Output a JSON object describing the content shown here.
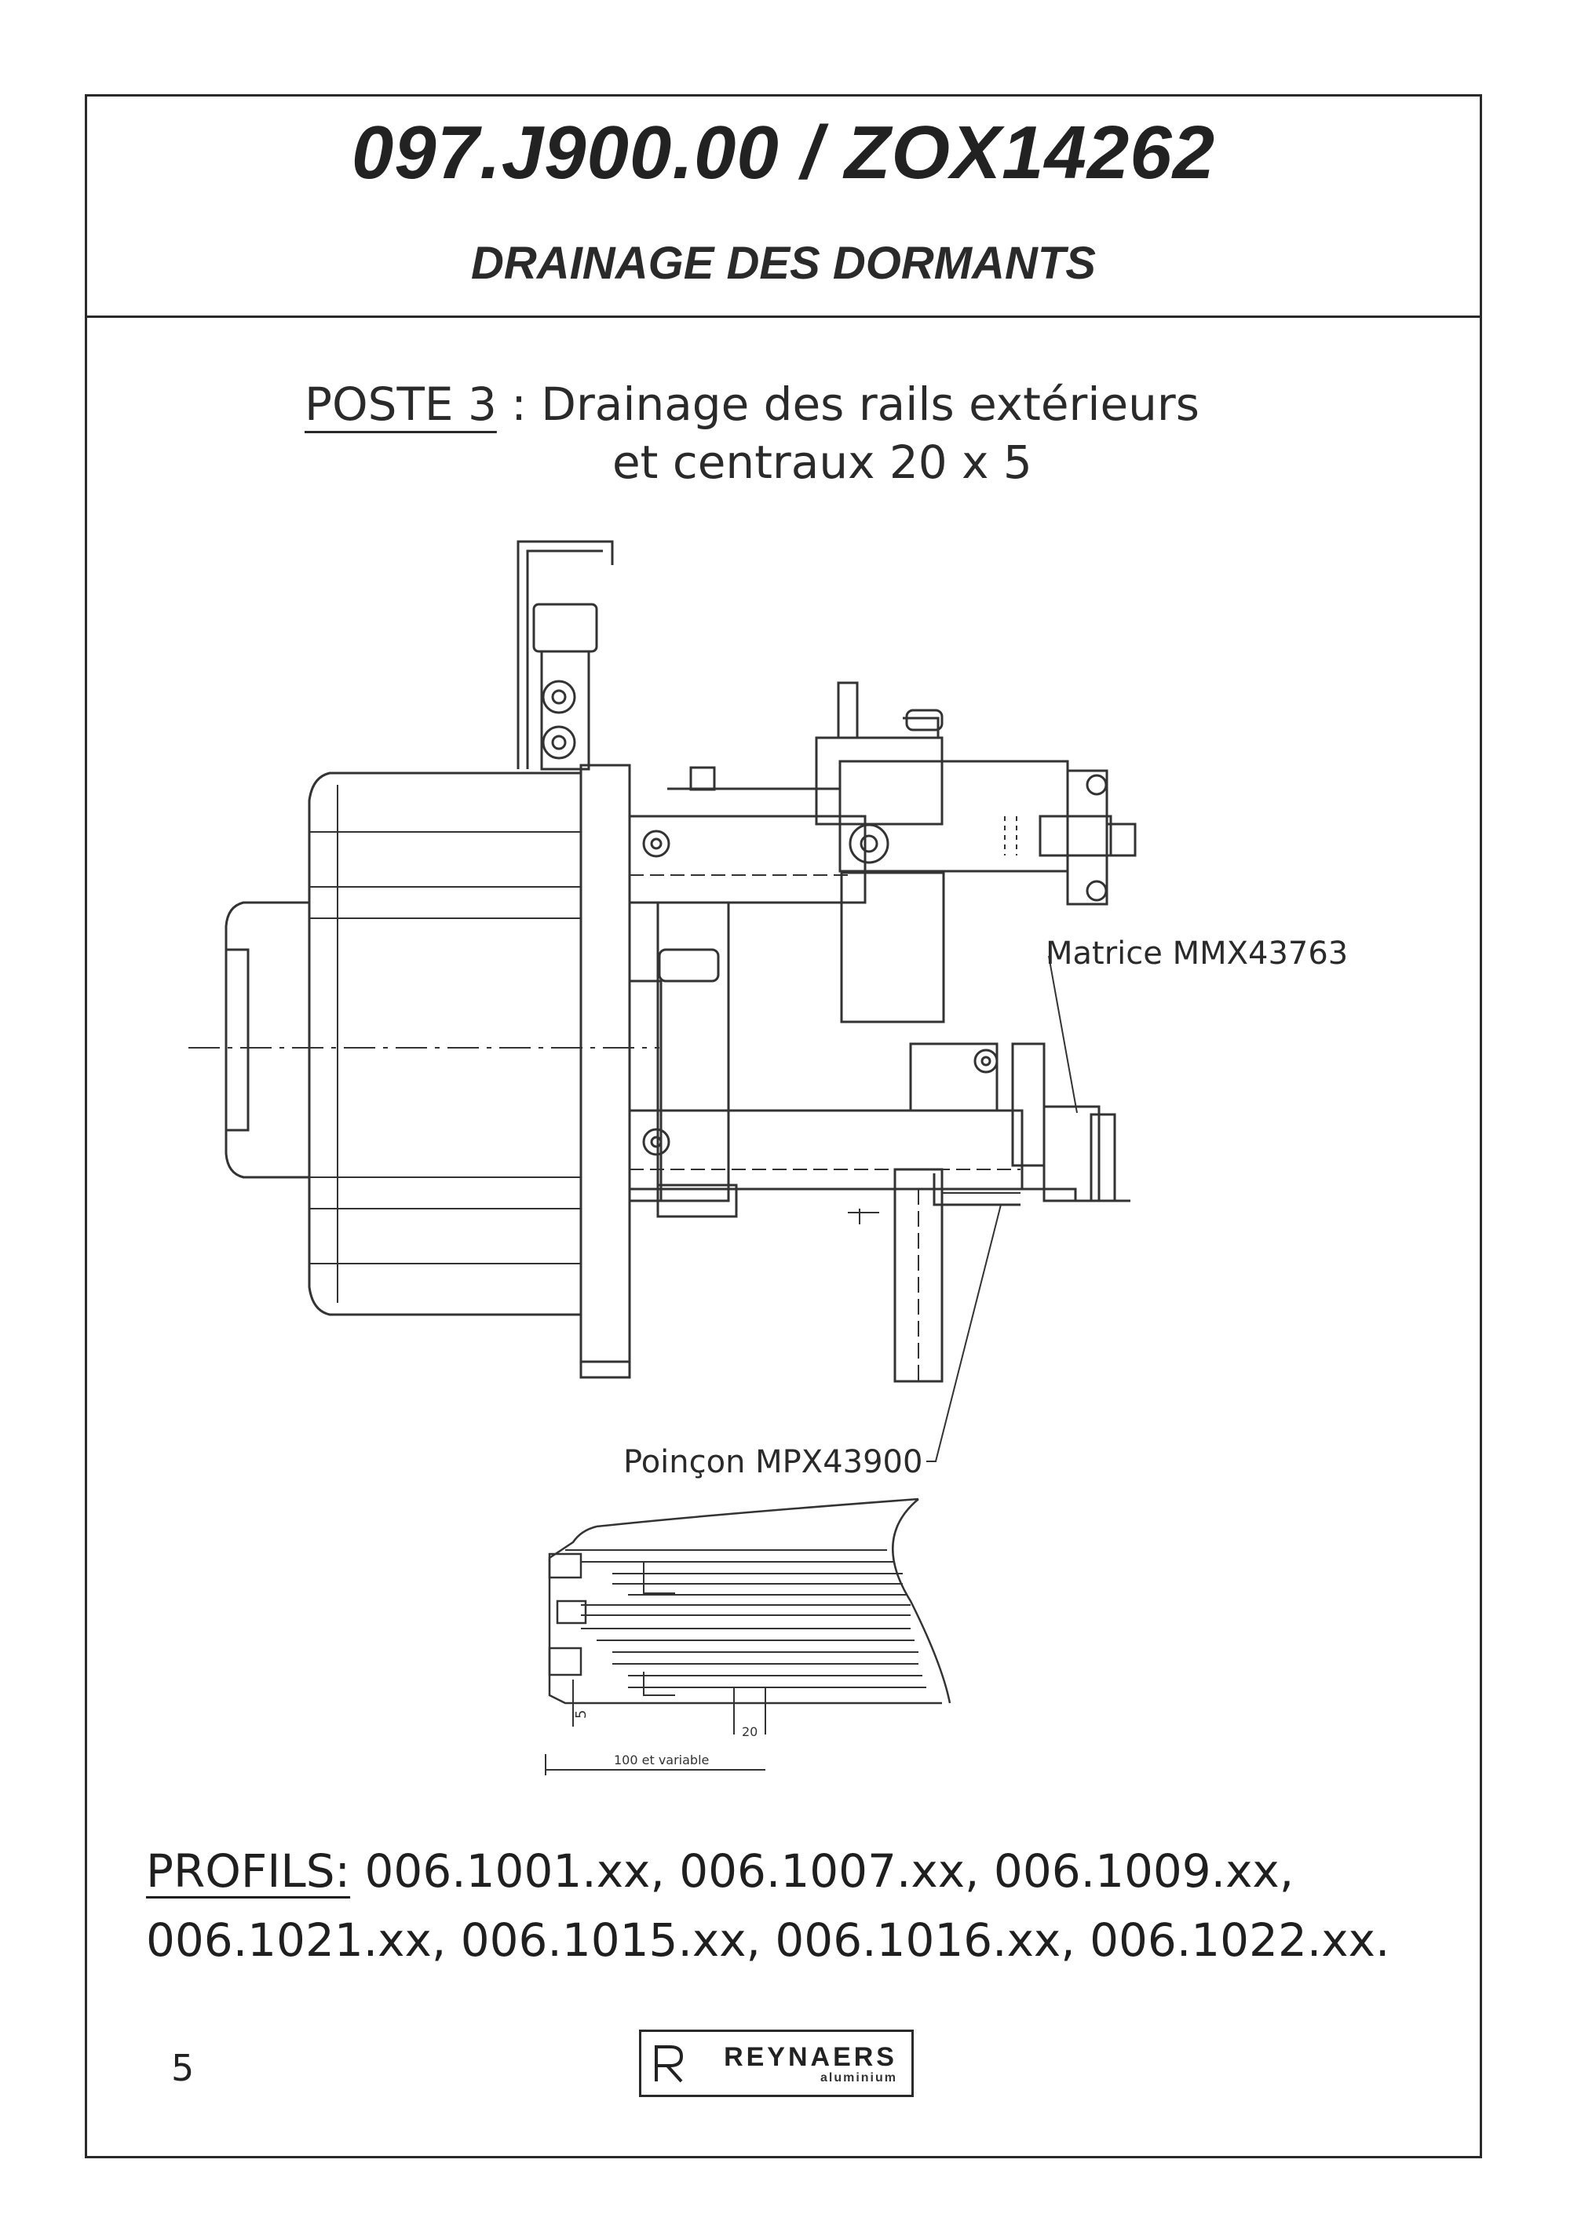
{
  "header": {
    "code": "097.J900.00 / ZOX14262",
    "subtitle": "DRAINAGE DES DORMANTS"
  },
  "station": {
    "label": "POSTE 3",
    "separator": ":",
    "line1": "Drainage des rails extérieurs",
    "line2": "et centraux 20 x 5"
  },
  "callouts": {
    "die": "Matrice MMX43763",
    "punch": "Poinçon MPX43900"
  },
  "section_detail": {
    "dim_height": "5",
    "dim_width": "20",
    "dim_offset": "100 et variable"
  },
  "profiles": {
    "label": "PROFILS:",
    "line1": "006.1001.xx, 006.1007.xx, 006.1009.xx,",
    "line2": "006.1021.xx, 006.1015.xx, 006.1016.xx, 006.1022.xx."
  },
  "footer": {
    "page_number": "5",
    "brand": "REYNAERS",
    "brand_tag": "aluminium",
    "brand_mark": "R"
  }
}
